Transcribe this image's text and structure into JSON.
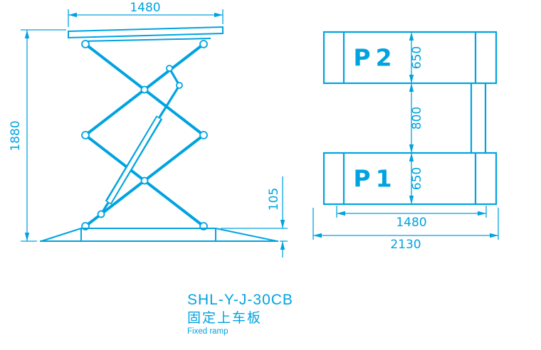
{
  "colors": {
    "line_accent": "#00a3e0",
    "background": "#ffffff"
  },
  "side_view": {
    "dim_platform_width": "1480",
    "dim_lift_height": "1880",
    "dim_base_height": "105"
  },
  "plan_view": {
    "platform_top_label": "P2",
    "platform_bottom_label": "P1",
    "dim_p2_width": "650",
    "dim_center_gap": "800",
    "dim_p1_width": "650",
    "dim_platform_length": "1480",
    "dim_overall_length": "2130"
  },
  "caption": {
    "model": "SHL-Y-J-30CB",
    "name_cn": "固定上车板",
    "name_en": "Fixed ramp"
  }
}
